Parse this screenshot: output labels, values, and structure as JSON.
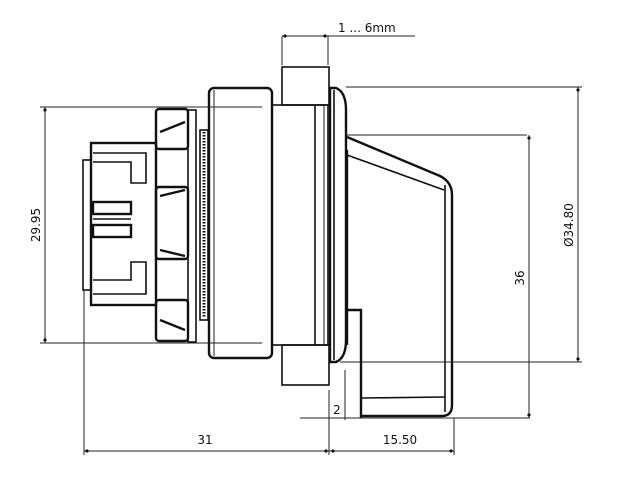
{
  "drawing": {
    "dimensions": {
      "panel_thickness": "1 ... 6mm",
      "height_left": "29.95",
      "diameter": "Ø34.80",
      "height_right": "36",
      "depth_front": "31",
      "depth_rear": "15.50",
      "gap": "2"
    }
  }
}
